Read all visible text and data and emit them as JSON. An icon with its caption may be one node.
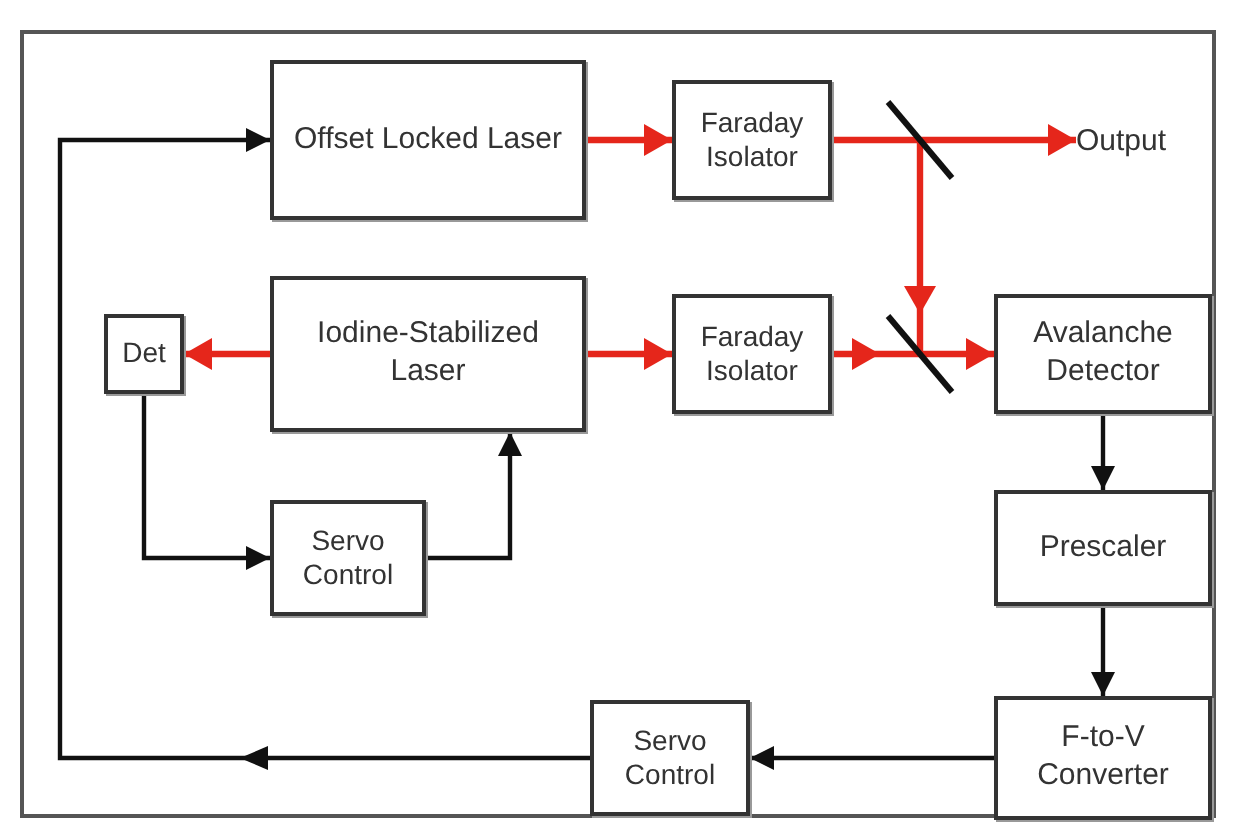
{
  "diagram": {
    "nodes": [
      {
        "text": [
          "Offset Locked Laser"
        ]
      },
      {
        "text": [
          "Faraday Isolator"
        ]
      },
      {
        "text": [],
        "shape": "line"
      },
      {
        "text": [
          "Output"
        ]
      },
      {
        "text": [
          "Det"
        ]
      },
      {
        "text": [
          "Iodine-Stabilized Laser"
        ]
      },
      {
        "text": [
          "Faraday Isolator"
        ]
      },
      {
        "text": [],
        "shape": "line"
      },
      {
        "text": [
          "Avalanche Detector"
        ]
      },
      {
        "text": [
          "Servo Control"
        ]
      },
      {
        "text": [
          "Prescaler"
        ]
      },
      {
        "text": [
          "Servo Control"
        ]
      },
      {
        "text": [
          "F-to-V Converter"
        ]
      }
    ],
    "edges": [
      {
        "from": 0,
        "to": 1,
        "arrow": "to"
      },
      {
        "from": 1,
        "to": 2,
        "arrow": "none"
      },
      {
        "from": 2,
        "to": 3,
        "arrow": "to"
      },
      {
        "from": 2,
        "to": 7,
        "arrow": "to"
      },
      {
        "from": 5,
        "to": 4,
        "arrow": "to"
      },
      {
        "from": 5,
        "to": 6,
        "arrow": "to"
      },
      {
        "from": 6,
        "to": 7,
        "arrow": "to"
      },
      {
        "from": 7,
        "to": 8,
        "arrow": "to"
      },
      {
        "from": 4,
        "to": 9,
        "arrow": "to",
        "color": "#111111"
      },
      {
        "from": 9,
        "to": 5,
        "arrow": "to",
        "color": "#111111"
      },
      {
        "from": 8,
        "to": 10,
        "arrow": "to",
        "color": "#111111"
      },
      {
        "from": 10,
        "to": 12,
        "arrow": "to",
        "color": "#111111"
      },
      {
        "from": 12,
        "to": 11,
        "arrow": "to",
        "color": "#111111"
      },
      {
        "from": 11,
        "to": 0,
        "arrow": "to",
        "color": "#111111"
      }
    ]
  }
}
